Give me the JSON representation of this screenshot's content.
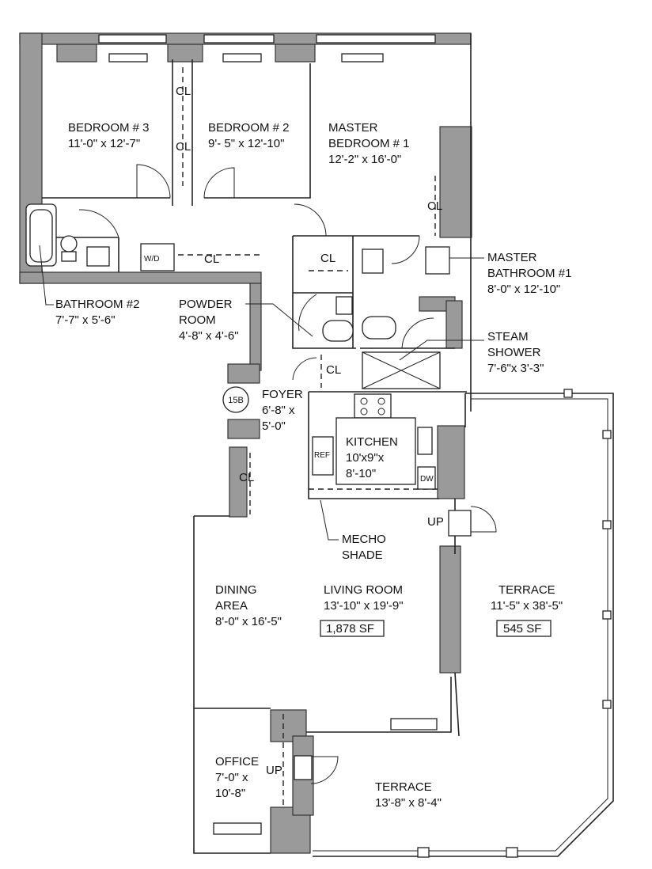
{
  "rooms": {
    "bedroom3": {
      "name": "BEDROOM # 3",
      "dims": "11'-0\" x 12'-7\""
    },
    "bedroom2": {
      "name": "BEDROOM # 2",
      "dims": "9'- 5\" x 12'-10\""
    },
    "master_bedroom": {
      "name_line1": "MASTER",
      "name_line2": "BEDROOM # 1",
      "dims": "12'-2\" x 16'-0\""
    },
    "master_bath": {
      "name_line1": "MASTER",
      "name_line2": "BATHROOM #1",
      "dims": "8'-0\" x 12'-10\""
    },
    "bathroom2": {
      "name": "BATHROOM #2",
      "dims": "7'-7\" x 5'-6\""
    },
    "powder_room": {
      "name_line1": "POWDER",
      "name_line2": "ROOM",
      "dims": "4'-8\" x 4'-6\""
    },
    "steam_shower": {
      "name_line1": "STEAM",
      "name_line2": "SHOWER",
      "dims": "7'-6\"x 3'-3\""
    },
    "foyer": {
      "name": "FOYER",
      "dims_line1": "6'-8\" x",
      "dims_line2": "5'-0\""
    },
    "kitchen": {
      "name": "KITCHEN",
      "dims_line1": "10'x9\"x",
      "dims_line2": "8'-10\""
    },
    "mecho": {
      "line1": "MECHO",
      "line2": "SHADE"
    },
    "dining": {
      "name_line1": "DINING",
      "name_line2": "AREA",
      "dims": "8'-0\" x 16'-5\""
    },
    "living": {
      "name": "LIVING ROOM",
      "dims": "13'-10\" x 19'-9\"",
      "area": "1,878 SF"
    },
    "terrace_main": {
      "name": "TERRACE",
      "dims": "11'-5\" x 38'-5\"",
      "area": "545 SF"
    },
    "office": {
      "name": "OFFICE",
      "dims_line1": "7'-0\" x",
      "dims_line2": "10'-8\""
    },
    "terrace_small": {
      "name": "TERRACE",
      "dims": "13'-8\" x 8'-4\""
    }
  },
  "closets": {
    "label": "CL"
  },
  "fixtures": {
    "washer_dryer": "W/D",
    "refrigerator": "REF",
    "dishwasher": "DW"
  },
  "stairs": {
    "up_label": "UP"
  },
  "unit": {
    "number": "15B"
  }
}
